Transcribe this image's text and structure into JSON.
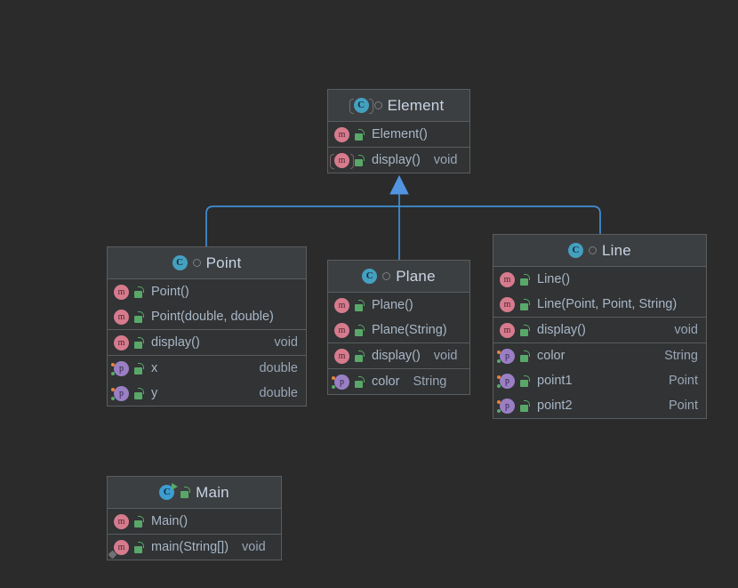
{
  "diagram": {
    "type": "uml-class-diagram",
    "background_color": "#2b2b2b",
    "link_color": "#3f8fd6",
    "box_header_color": "#3c3f41",
    "box_body_color": "#313335",
    "border_color": "#5a5d5f",
    "text_color": "#a9b7c6"
  },
  "classes": {
    "element": {
      "name": "Element",
      "icon": "class-abstract-icon",
      "header_lock": "lock-gray-icon",
      "members": [
        {
          "name": "Element()",
          "type": "",
          "icon": "method-icon",
          "visibility": "lock-open-green-icon"
        },
        {
          "name": "display()",
          "type": "void",
          "icon": "method-abstract-icon",
          "visibility": "lock-open-green-icon",
          "type_inline": true
        }
      ],
      "sections": [
        1,
        1
      ]
    },
    "point": {
      "name": "Point",
      "icon": "class-icon",
      "header_lock": "lock-gray-icon",
      "members": [
        {
          "name": "Point()",
          "type": "",
          "icon": "method-icon",
          "visibility": "lock-open-green-icon"
        },
        {
          "name": "Point(double, double)",
          "type": "",
          "icon": "method-icon",
          "visibility": "lock-open-green-icon"
        },
        {
          "name": "display()",
          "type": "void",
          "icon": "method-icon",
          "visibility": "lock-open-green-icon"
        },
        {
          "name": "x",
          "type": "double",
          "icon": "property-icon",
          "visibility": "lock-open-green-icon"
        },
        {
          "name": "y",
          "type": "double",
          "icon": "property-icon",
          "visibility": "lock-open-green-icon"
        }
      ],
      "sections": [
        2,
        1,
        2
      ]
    },
    "plane": {
      "name": "Plane",
      "icon": "class-icon",
      "header_lock": "lock-gray-icon",
      "members": [
        {
          "name": "Plane()",
          "type": "",
          "icon": "method-icon",
          "visibility": "lock-open-green-icon"
        },
        {
          "name": "Plane(String)",
          "type": "",
          "icon": "method-icon",
          "visibility": "lock-open-green-icon"
        },
        {
          "name": "display()",
          "type": "void",
          "icon": "method-icon",
          "visibility": "lock-open-green-icon",
          "type_inline": true
        },
        {
          "name": "color",
          "type": "String",
          "icon": "property-icon",
          "visibility": "lock-open-green-icon",
          "type_inline": true
        }
      ],
      "sections": [
        2,
        1,
        1
      ]
    },
    "line": {
      "name": "Line",
      "icon": "class-icon",
      "header_lock": "lock-gray-icon",
      "members": [
        {
          "name": "Line()",
          "type": "",
          "icon": "method-icon",
          "visibility": "lock-open-green-icon"
        },
        {
          "name": "Line(Point, Point, String)",
          "type": "",
          "icon": "method-icon",
          "visibility": "lock-open-green-icon"
        },
        {
          "name": "display()",
          "type": "void",
          "icon": "method-icon",
          "visibility": "lock-open-green-icon"
        },
        {
          "name": "color",
          "type": "String",
          "icon": "property-icon",
          "visibility": "lock-open-green-icon"
        },
        {
          "name": "point1",
          "type": "Point",
          "icon": "property-icon",
          "visibility": "lock-open-green-icon"
        },
        {
          "name": "point2",
          "type": "Point",
          "icon": "property-icon",
          "visibility": "lock-open-green-icon"
        }
      ],
      "sections": [
        2,
        1,
        3
      ]
    },
    "main": {
      "name": "Main",
      "icon": "class-runnable-icon",
      "header_lock": "lock-open-green-icon",
      "members": [
        {
          "name": "Main()",
          "type": "",
          "icon": "method-icon",
          "visibility": "lock-open-green-icon"
        },
        {
          "name": "main(String[])",
          "type": "void",
          "icon": "method-static-icon",
          "visibility": "lock-open-green-icon",
          "type_inline": true
        }
      ],
      "sections": [
        1,
        1
      ]
    }
  },
  "relationships": [
    {
      "from": "Point",
      "to": "Element",
      "kind": "generalization"
    },
    {
      "from": "Plane",
      "to": "Element",
      "kind": "generalization"
    },
    {
      "from": "Line",
      "to": "Element",
      "kind": "generalization"
    }
  ]
}
